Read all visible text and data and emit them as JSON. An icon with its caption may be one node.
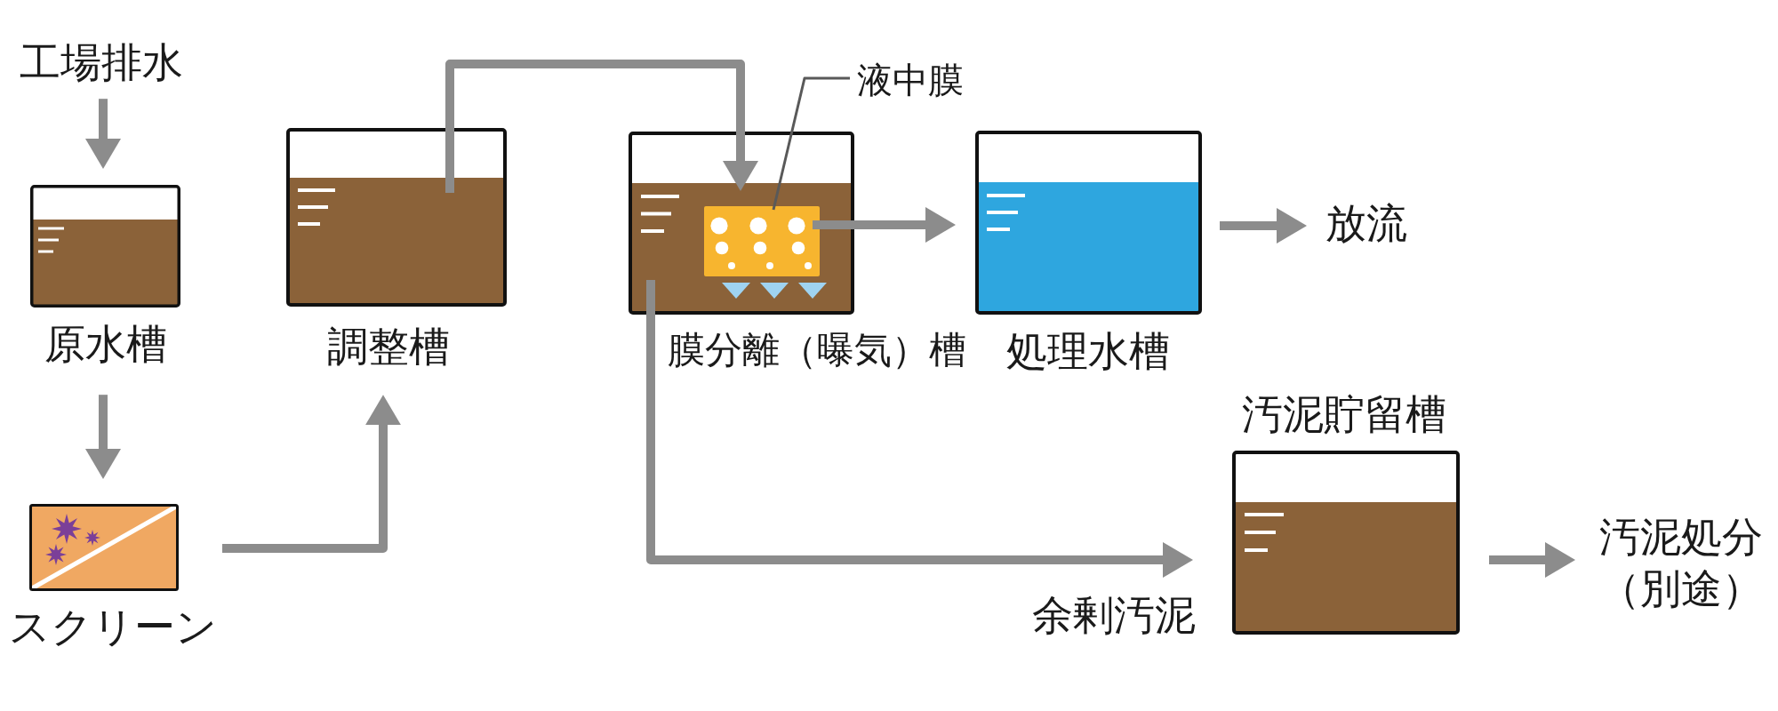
{
  "diagram": {
    "nodes": [
      {
        "text": [
          "工場排水"
        ]
      },
      {
        "text": [
          "原水槽"
        ]
      },
      {
        "text": [
          "スクリーン"
        ]
      },
      {
        "text": [
          "調整槽"
        ]
      },
      {
        "text": [
          "膜分離（曝気）槽"
        ]
      },
      {
        "text": [],
        "shape": "box",
        "in": 4
      },
      {
        "text": [
          "液中膜"
        ]
      },
      {
        "text": [
          "処理水槽"
        ]
      },
      {
        "text": [
          "放流"
        ]
      },
      {
        "text": [
          "汚泥貯留槽"
        ]
      },
      {
        "text": [
          "汚泥処分（別途）"
        ]
      }
    ],
    "edges": [
      {
        "from": 0,
        "to": 1,
        "arrow": "to"
      },
      {
        "from": 1,
        "to": 2,
        "arrow": "to"
      },
      {
        "from": 2,
        "to": 3,
        "arrow": "to"
      },
      {
        "from": 3,
        "to": 4,
        "arrow": "to"
      },
      {
        "from": 5,
        "to": 7,
        "arrow": "to"
      },
      {
        "from": 7,
        "to": 8,
        "arrow": "to"
      },
      {
        "from": 4,
        "to": 9,
        "arrow": "to",
        "label": "余剰汚泥"
      },
      {
        "from": 9,
        "to": 10,
        "arrow": "to"
      },
      {
        "from": 6,
        "to": 5,
        "arrow": "none",
        "color": "#595959"
      }
    ]
  }
}
